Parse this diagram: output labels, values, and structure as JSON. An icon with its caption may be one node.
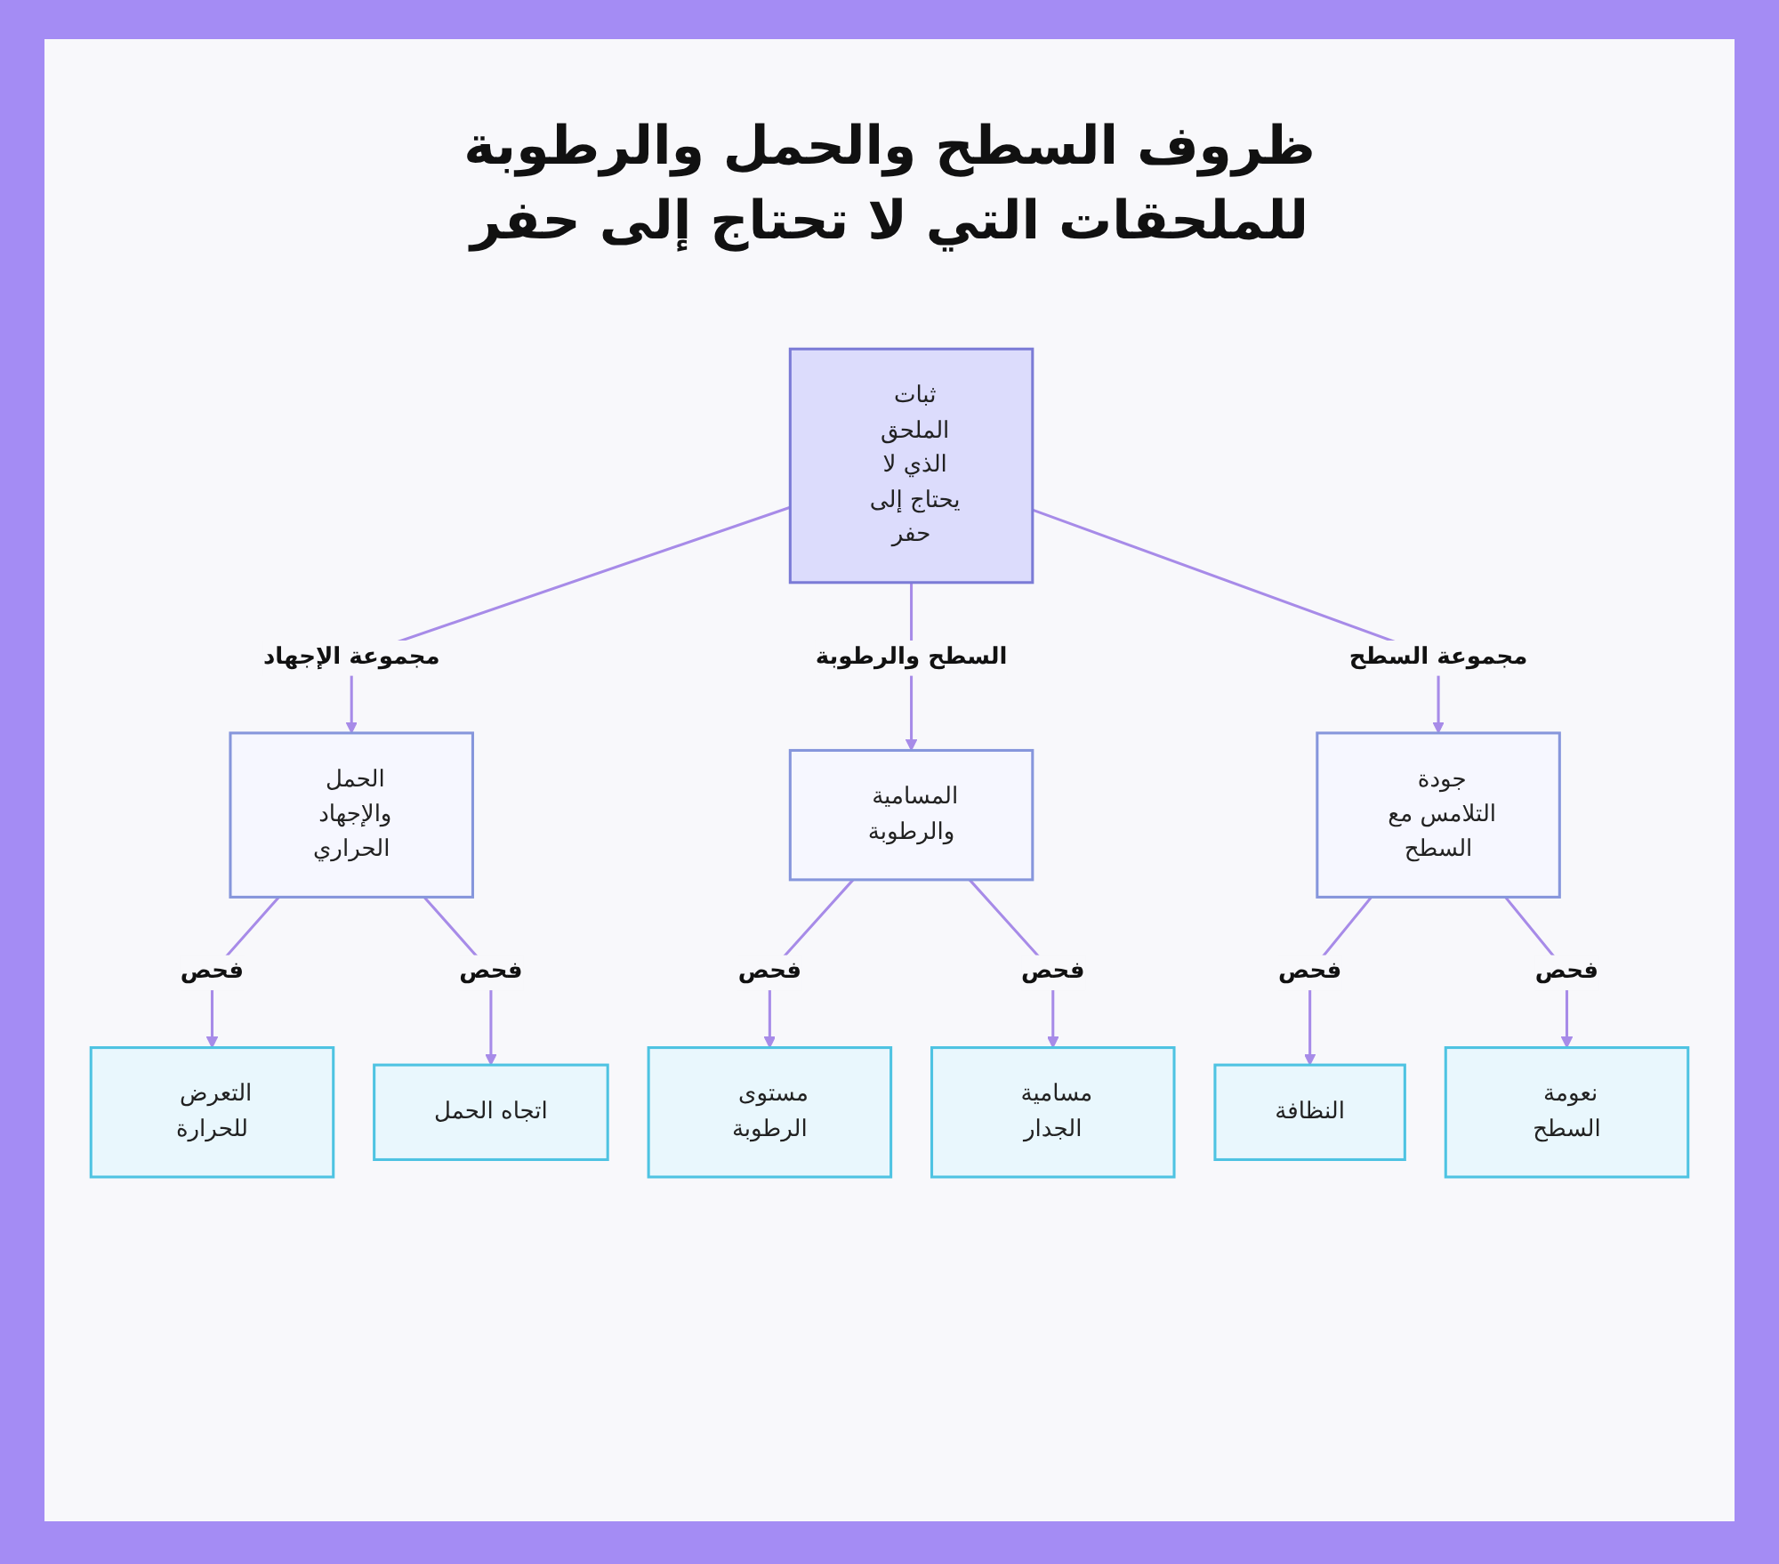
{
  "diagram": {
    "title": "ظروف السطح والحمل والرطوبة للملحقات التي لا تحتاج إلى حفر",
    "nodes": [
      {
        "text": [
          "ثبات الملحق الذي لا يحتاج إلى حفر"
        ]
      },
      {
        "text": [
          "جودة التلامس مع السطح"
        ]
      },
      {
        "text": [
          "المسامية والرطوبة"
        ]
      },
      {
        "text": [
          "الحمل والإجهاد الحراري"
        ]
      },
      {
        "text": [
          "نعومة السطح"
        ]
      },
      {
        "text": [
          "النظافة"
        ]
      },
      {
        "text": [
          "مسامية الجدار"
        ]
      },
      {
        "text": [
          "مستوى الرطوبة"
        ]
      },
      {
        "text": [
          "اتجاه الحمل"
        ]
      },
      {
        "text": [
          "التعرض للحرارة"
        ]
      }
    ],
    "edges": [
      {
        "from": 0,
        "to": 3,
        "arrow": "to",
        "label": "مجموعة الإجهاد"
      },
      {
        "from": 0,
        "to": 2,
        "arrow": "to",
        "label": "السطح والرطوبة"
      },
      {
        "from": 0,
        "to": 1,
        "arrow": "to",
        "label": "مجموعة السطح"
      },
      {
        "from": 3,
        "to": 9,
        "arrow": "to",
        "label": "فحص"
      },
      {
        "from": 3,
        "to": 8,
        "arrow": "to",
        "label": "فحص"
      },
      {
        "from": 2,
        "to": 7,
        "arrow": "to",
        "label": "فحص"
      },
      {
        "from": 2,
        "to": 6,
        "arrow": "to",
        "label": "فحص"
      },
      {
        "from": 1,
        "to": 5,
        "arrow": "to",
        "label": "فحص"
      },
      {
        "from": 1,
        "to": 4,
        "arrow": "to",
        "label": "فحص"
      }
    ]
  }
}
